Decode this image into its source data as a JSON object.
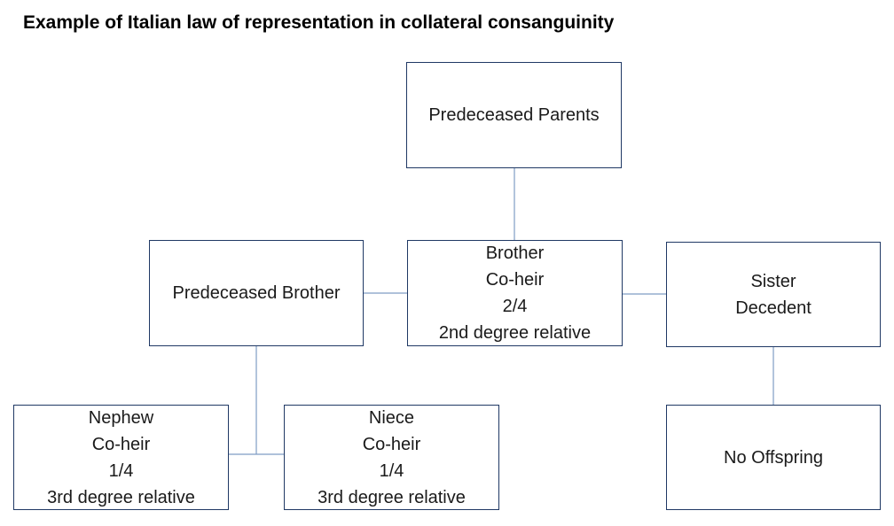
{
  "diagram": {
    "title": "Example of Italian law of representation in collateral consanguinity",
    "nodes": {
      "parents": {
        "lines": [
          "Predeceased Parents"
        ]
      },
      "predeceased_brother": {
        "lines": [
          "Predeceased Brother"
        ]
      },
      "brother": {
        "lines": [
          "Brother",
          "Co-heir",
          "2/4",
          "2nd degree relative"
        ]
      },
      "sister": {
        "lines": [
          "Sister",
          "Decedent"
        ]
      },
      "nephew": {
        "lines": [
          "Nephew",
          "Co-heir",
          "1/4",
          "3rd degree relative"
        ]
      },
      "niece": {
        "lines": [
          "Niece",
          "Co-heir",
          "1/4",
          "3rd degree relative"
        ]
      },
      "no_offspring": {
        "lines": [
          "No Offspring"
        ]
      }
    },
    "edges": [
      {
        "from": "parents",
        "to": "brother"
      },
      {
        "from": "predeceased_brother",
        "to": "brother"
      },
      {
        "from": "brother",
        "to": "sister"
      },
      {
        "from": "predeceased_brother",
        "to": "nephew"
      },
      {
        "from": "predeceased_brother",
        "to": "niece"
      },
      {
        "from": "sister",
        "to": "no_offspring"
      }
    ],
    "colors": {
      "box_border": "#1f3864",
      "connector": "#7f9cc4",
      "text": "#1a1a1a",
      "title": "#000000"
    }
  }
}
